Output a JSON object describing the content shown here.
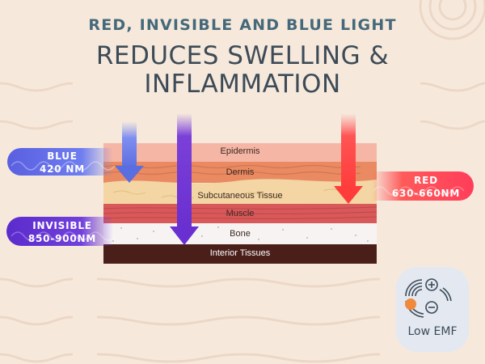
{
  "title": {
    "top": "RED, INVISIBLE AND BLUE LIGHT",
    "main_line1": "REDUCES SWELLING &",
    "main_line2": "INFLAMMATION"
  },
  "layers": [
    {
      "label": "Epidermis",
      "color": "#f6b6a5"
    },
    {
      "label": "Dermis",
      "color": "#e98a62"
    },
    {
      "label": "Subcutaneous Tissue",
      "color": "#f3d6a3"
    },
    {
      "label": "Muscle",
      "color": "#d8595a"
    },
    {
      "label": "Bone",
      "color": "#f7f3f3"
    },
    {
      "label": "Interior Tissues",
      "color": "#4a1f1a"
    }
  ],
  "lights": [
    {
      "name": "BLUE",
      "wavelength": "420 NM",
      "color": "#5c6ee6"
    },
    {
      "name": "INVISIBLE",
      "wavelength": "850-900NM",
      "color": "#6d34d2"
    },
    {
      "name": "RED",
      "wavelength": "630-660NM",
      "color": "#ff4b4b"
    }
  ],
  "badge": {
    "label": "Low EMF",
    "icon": "wave-plus-minus-icon"
  }
}
